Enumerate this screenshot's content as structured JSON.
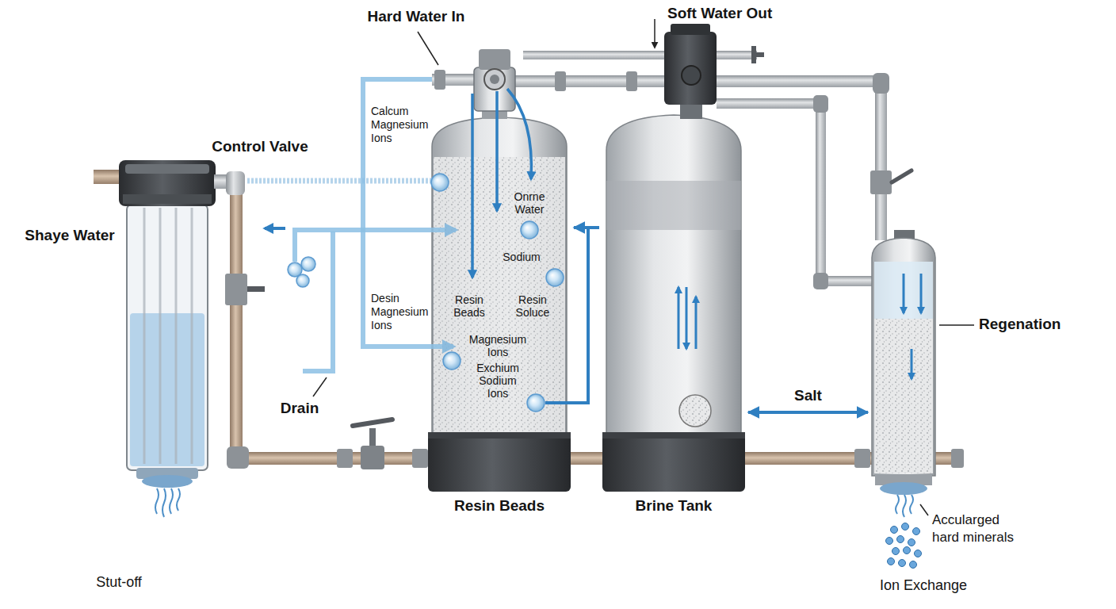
{
  "diagram": {
    "nodes": [
      {
        "text": [
          "Onrne Water",
          "Sodium",
          "Resin Beads",
          "Resin Soluce",
          "Magnesium Ions",
          "Exchium Sodium Ions",
          "Resin Beads"
        ]
      },
      {
        "text": [
          "Brine Tank"
        ]
      },
      {
        "text": [
          "Regenation"
        ]
      }
    ],
    "edges": [
      {
        "from": 1,
        "to": 0,
        "arrow": "to"
      },
      {
        "from": 1,
        "to": 2,
        "label": "Salt",
        "arrow": "both"
      }
    ],
    "labels": [
      "Hard Water In",
      "Soft Water Out",
      "Calcum Magnesium Ions",
      "Control Valve",
      "Shaye Water",
      "Desin Magnesium Ions",
      "Drain",
      "Accularged hard minerals",
      "Ion Exchange",
      "Stut-off"
    ]
  }
}
